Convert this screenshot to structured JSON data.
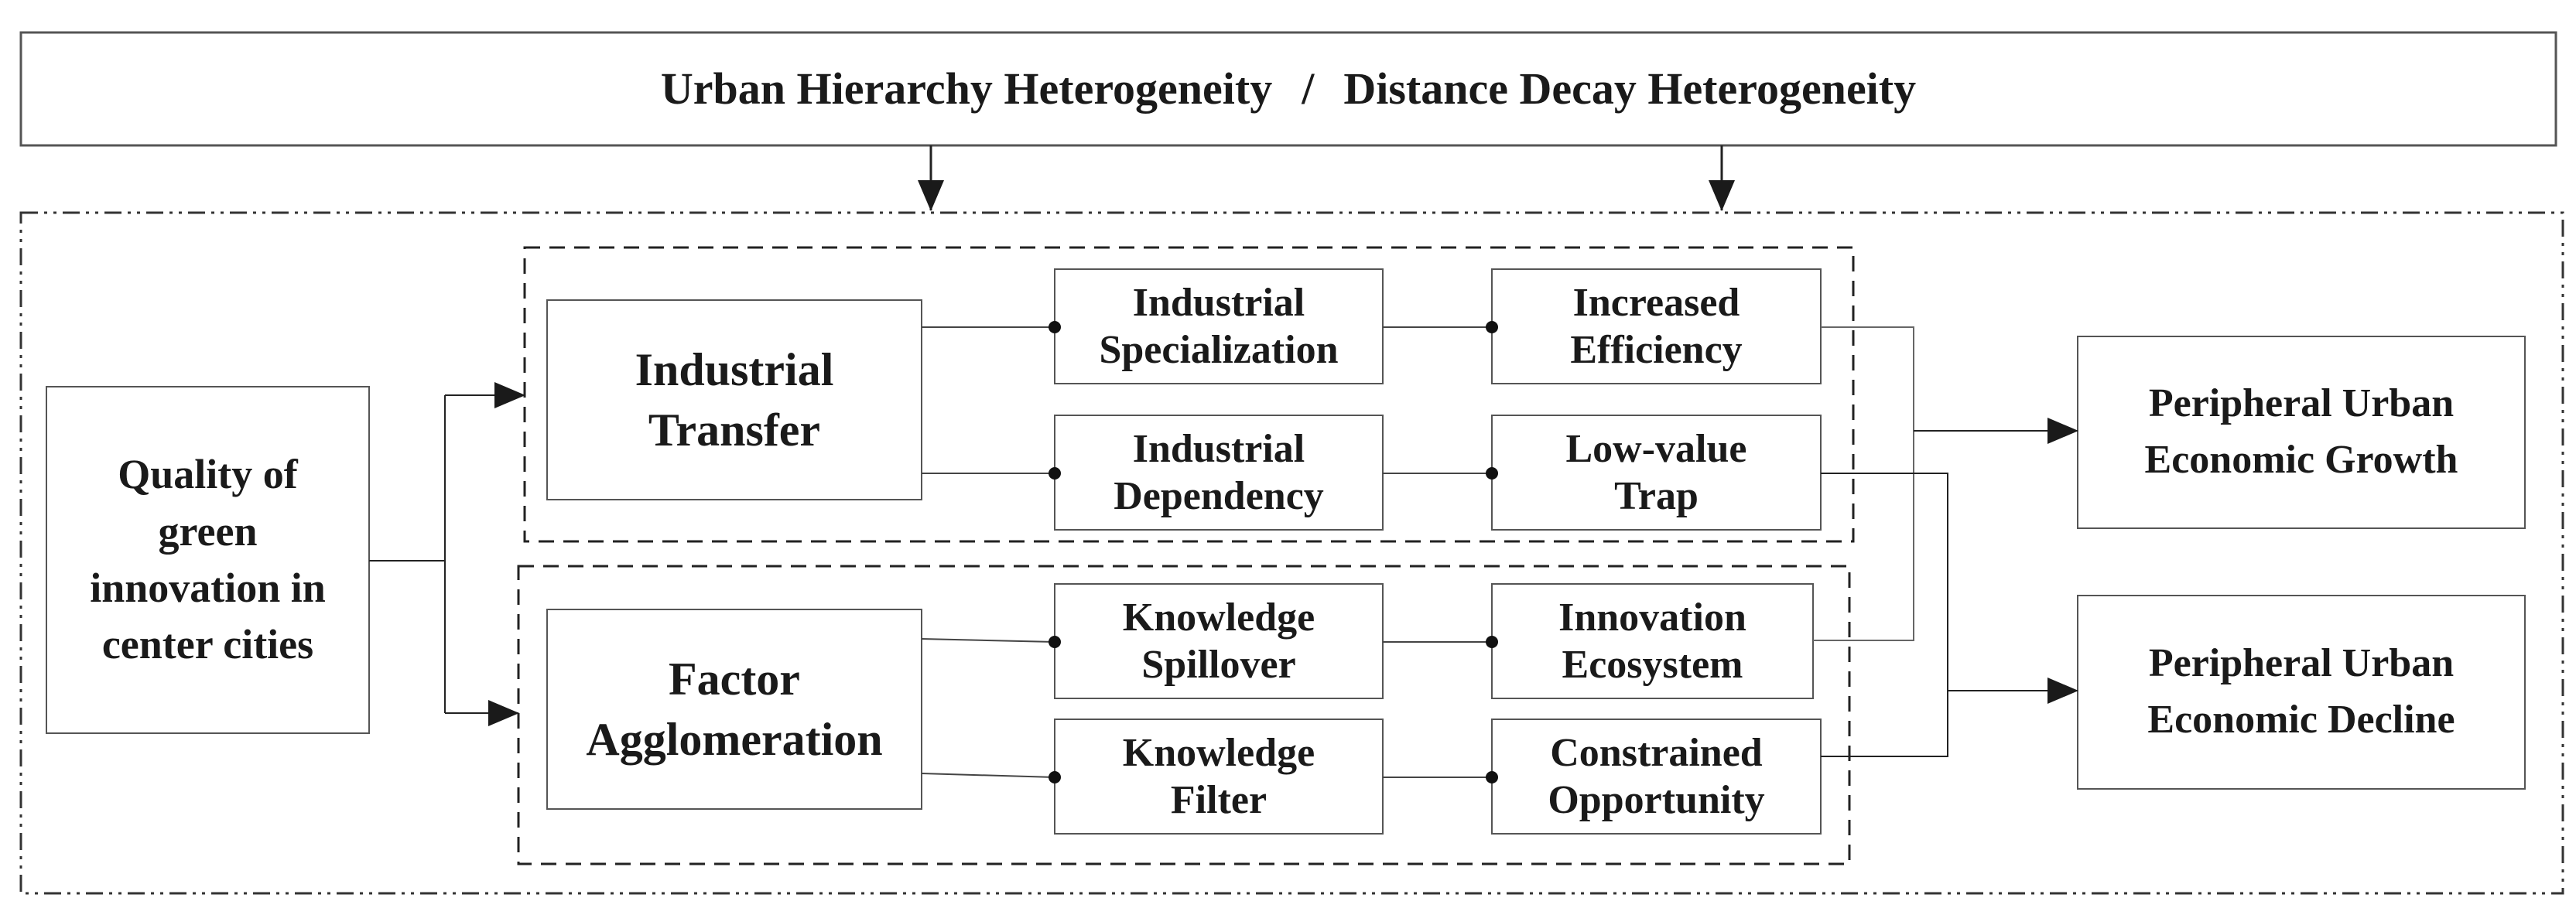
{
  "header": {
    "left": "Urban Hierarchy Heterogeneity",
    "separator": "/",
    "right": "Distance Decay Heterogeneity"
  },
  "source": "Quality of\ngreen\ninnovation in\ncenter cities",
  "mechanisms": {
    "transfer": "Industrial\nTransfer",
    "agglomeration": "Factor\nAgglomeration"
  },
  "channels": {
    "specialization": "Industrial\nSpecialization",
    "dependency": "Industrial\nDependency",
    "spillover": "Knowledge\nSpillover",
    "filter": "Knowledge\nFilter"
  },
  "effects": {
    "efficiency": "Increased\nEfficiency",
    "trap": "Low-value\nTrap",
    "ecosystem": "Innovation\nEcosystem",
    "opportunity": "Constrained\nOpportunity"
  },
  "outcomes": {
    "growth": "Peripheral Urban\nEconomic Growth",
    "decline": "Peripheral Urban\nEconomic Decline"
  }
}
